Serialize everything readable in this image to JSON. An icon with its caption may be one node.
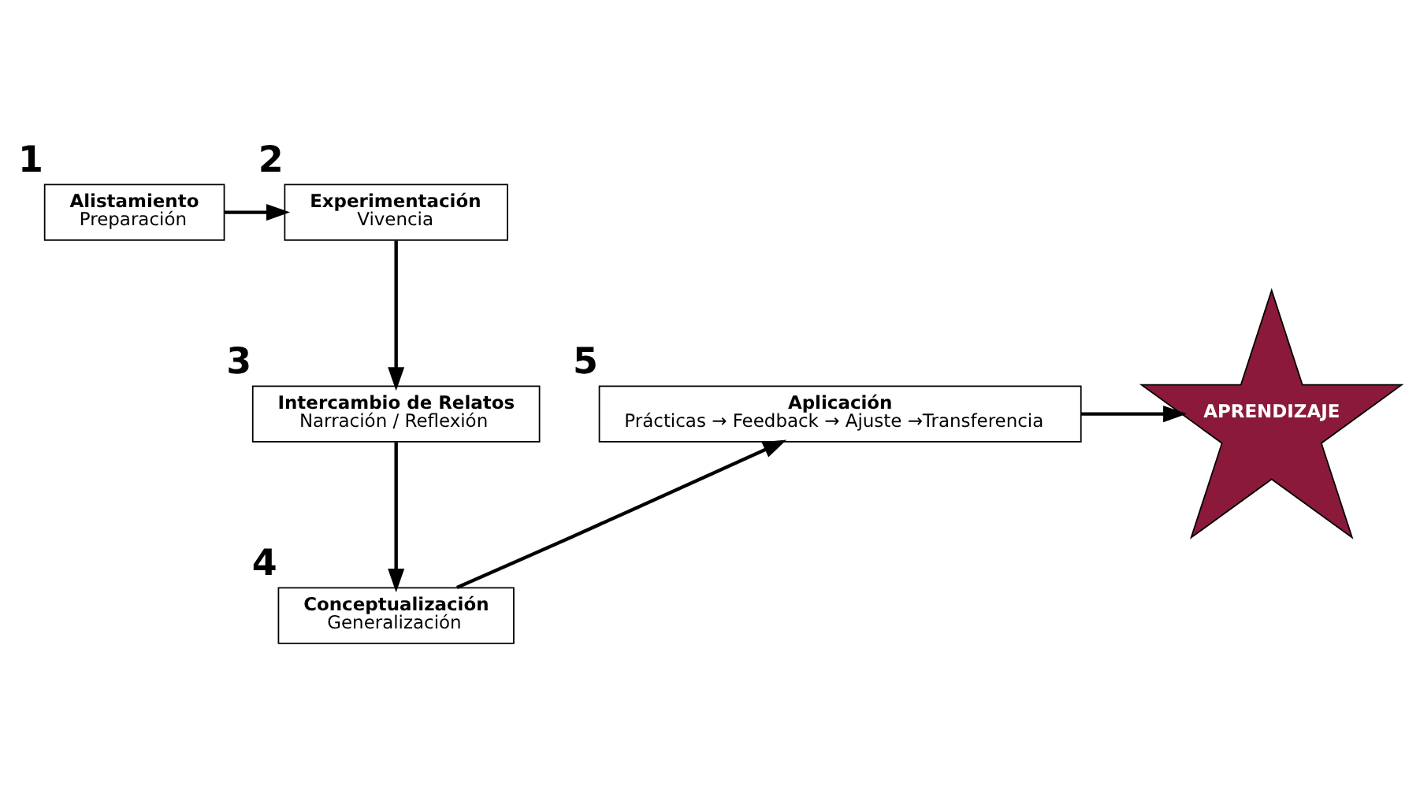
{
  "diagram": {
    "nodes": [
      {
        "text": [
          "Alistamiento",
          "Preparación"
        ],
        "beside": [
          "1"
        ]
      },
      {
        "text": [
          "Experimentación",
          "Vivencia"
        ],
        "beside": [
          "2"
        ]
      },
      {
        "text": [
          "Intercambio de Relatos",
          "Narración / Reflexión"
        ],
        "beside": [
          "3"
        ]
      },
      {
        "text": [
          "Conceptualización",
          "Generalización"
        ],
        "beside": [
          "4"
        ]
      },
      {
        "text": [
          "Aplicación",
          "Prácticas → Feedback → Ajuste →Transferencia"
        ],
        "beside": [
          "5"
        ]
      },
      {
        "text": [
          "APRENDIZAJE"
        ]
      }
    ],
    "edges": [
      {
        "from": 0,
        "to": 1,
        "arrow": "to"
      },
      {
        "from": 1,
        "to": 2,
        "arrow": "to"
      },
      {
        "from": 2,
        "to": 3,
        "arrow": "to"
      },
      {
        "from": 3,
        "to": 4,
        "arrow": "to"
      },
      {
        "from": 4,
        "to": 5,
        "arrow": "to"
      }
    ]
  }
}
